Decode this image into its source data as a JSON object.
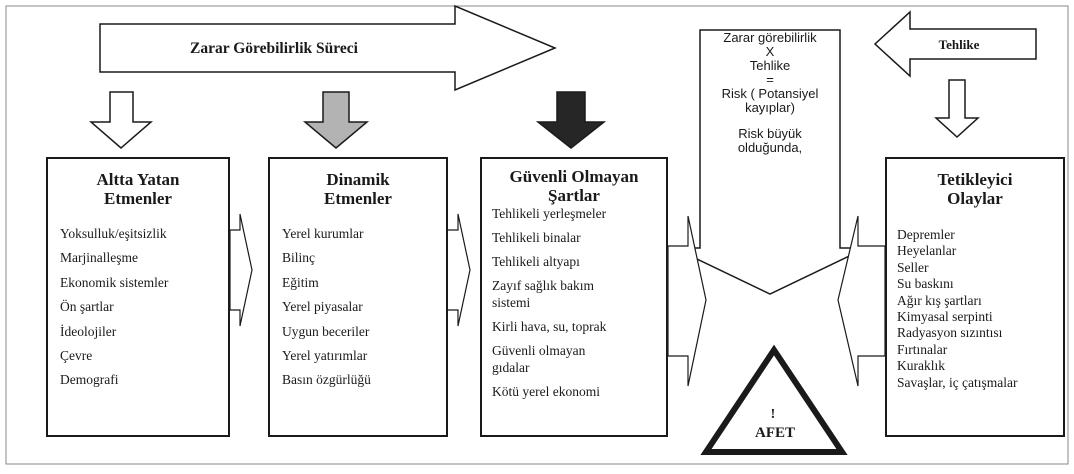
{
  "process_arrow_label": "Zarar Görebilirlik Süreci",
  "hazard_arrow_label": "Tehlike",
  "risk_formula": {
    "line1": "Zarar görebilirlik",
    "line2": "X",
    "line3": "Tehlike",
    "line4": "=",
    "line5": "Risk ( Potansiyel",
    "line6": "kayıplar)",
    "line7": "Risk büyük",
    "line8": "olduğunda,"
  },
  "disaster": {
    "mark": "!",
    "label": "AFET"
  },
  "columns": [
    {
      "title_line1": "Altta Yatan",
      "title_line2": "Etmenler",
      "items": [
        "Yoksulluk/eşitsizlik",
        "Marjinalleşme",
        "Ekonomik sistemler",
        "Ön şartlar",
        "İdeolojiler",
        "Çevre",
        "Demografi"
      ]
    },
    {
      "title_line1": "Dinamik",
      "title_line2": "Etmenler",
      "items": [
        "Yerel kurumlar",
        "Bilinç",
        "Eğitim",
        "Yerel piyasalar",
        "Uygun beceriler",
        "Yerel yatırımlar",
        "Basın özgürlüğü"
      ]
    },
    {
      "title_line1": "Güvenli Olmayan",
      "title_line2": "Şartlar",
      "items": [
        "Tehlikeli yerleşmeler",
        "Tehlikeli binalar",
        "Tehlikeli altyapı",
        "Zayıf sağlık bakım sistemi",
        "Kirli hava, su, toprak",
        "Güvenli olmayan gıdalar",
        "Kötü yerel ekonomi"
      ]
    },
    {
      "title_line1": "Tetikleyici",
      "title_line2": "Olaylar",
      "items": [
        "Depremler",
        "Heyelanlar",
        "Seller",
        "Su baskını",
        "Ağır kış şartları",
        "Kimyasal serpinti",
        "Radyasyon sızıntısı",
        "Fırtınalar",
        "Kuraklık",
        "Savaşlar, iç çatışmalar"
      ]
    }
  ],
  "colors": {
    "line": "#1a1a1a",
    "arrow_white": "#ffffff",
    "arrow_gray": "#b3b3b3",
    "arrow_black": "#262626"
  }
}
